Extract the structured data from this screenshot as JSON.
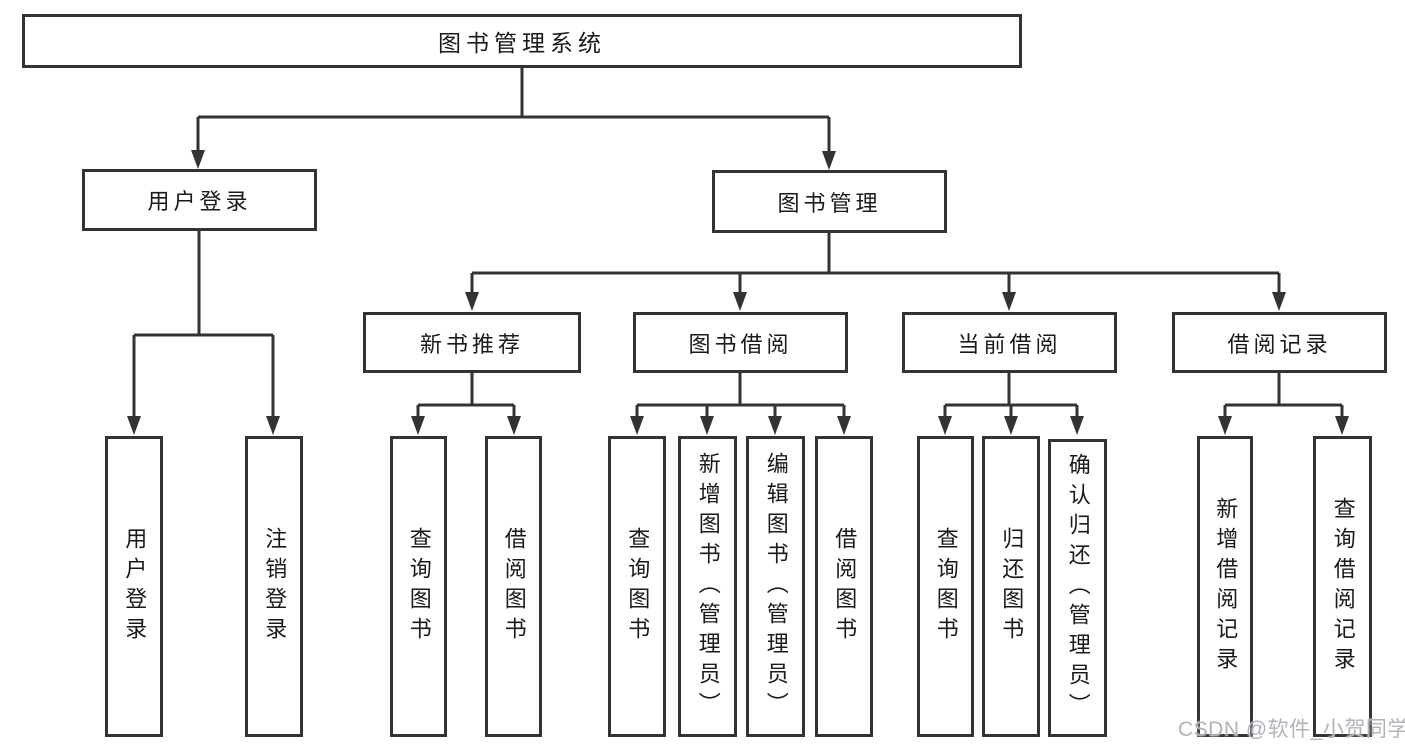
{
  "diagram": {
    "type": "hierarchy-tree",
    "tree": {
      "label": "图书管理系统",
      "children": [
        {
          "label": "用户登录",
          "children": [
            {
              "label": "用户登录"
            },
            {
              "label": "注销登录"
            }
          ]
        },
        {
          "label": "图书管理",
          "children": [
            {
              "label": "新书推荐",
              "children": [
                {
                  "label": "查询图书"
                },
                {
                  "label": "借阅图书"
                }
              ]
            },
            {
              "label": "图书借阅",
              "children": [
                {
                  "label": "查询图书"
                },
                {
                  "label": "新增图书（管理员）"
                },
                {
                  "label": "编辑图书（管理员）"
                },
                {
                  "label": "借阅图书"
                }
              ]
            },
            {
              "label": "当前借阅",
              "children": [
                {
                  "label": "查询图书"
                },
                {
                  "label": "归还图书"
                },
                {
                  "label": "确认归还（管理员）"
                }
              ]
            },
            {
              "label": "借阅记录",
              "children": [
                {
                  "label": "新增借阅记录"
                },
                {
                  "label": "查询借阅记录"
                }
              ]
            }
          ]
        }
      ]
    },
    "colors": {
      "line": "#333333",
      "box_border": "#333333",
      "box_fill": "#ffffff",
      "text": "#1a1a1a",
      "watermark": "#b0b4ba"
    }
  },
  "watermark": {
    "text": "CSDN @软件_小贺同学"
  }
}
